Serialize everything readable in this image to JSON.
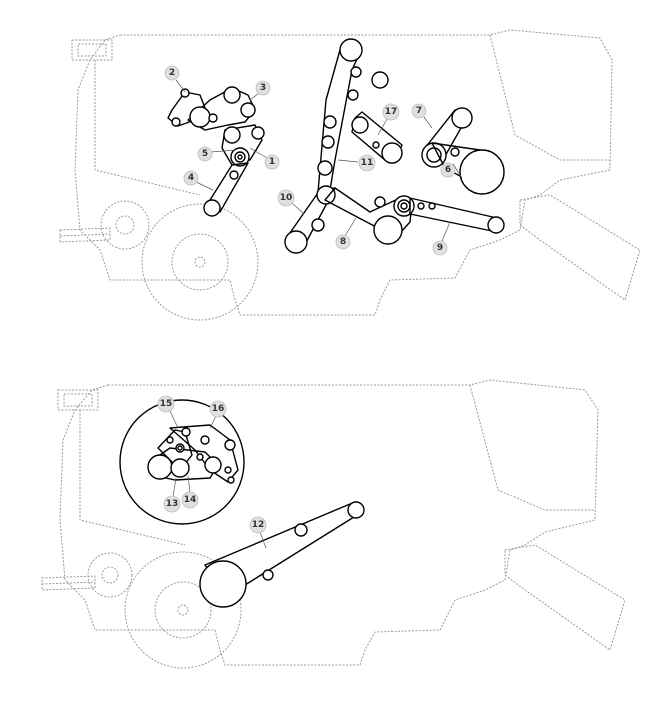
{
  "colors": {
    "background": "#ffffff",
    "machine_outline": "#9a9a9a",
    "belt": "#000000",
    "label_fill": "#e0e0e0",
    "label_text": "#333333"
  },
  "top_view": {
    "labels": [
      {
        "id": "1",
        "text": "1"
      },
      {
        "id": "2",
        "text": "2"
      },
      {
        "id": "3",
        "text": "3"
      },
      {
        "id": "4",
        "text": "4"
      },
      {
        "id": "5",
        "text": "5"
      },
      {
        "id": "6",
        "text": "6"
      },
      {
        "id": "7",
        "text": "7"
      },
      {
        "id": "8",
        "text": "8"
      },
      {
        "id": "9",
        "text": "9"
      },
      {
        "id": "10",
        "text": "10"
      },
      {
        "id": "11",
        "text": "11"
      },
      {
        "id": "17",
        "text": "17"
      }
    ]
  },
  "bottom_view": {
    "labels": [
      {
        "id": "12",
        "text": "12"
      },
      {
        "id": "13",
        "text": "13"
      },
      {
        "id": "14",
        "text": "14"
      },
      {
        "id": "15",
        "text": "15"
      },
      {
        "id": "16",
        "text": "16"
      }
    ]
  }
}
